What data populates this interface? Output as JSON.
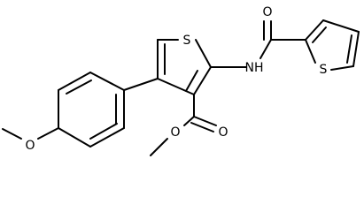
{
  "structure": {
    "atom_labels": {
      "thiophene_core_s": "S",
      "thiophene_side_s": "S",
      "amide_o": "O",
      "amide_nh": "NH",
      "ester_carbonyl_o": "O",
      "ester_o": "O",
      "methoxy_o": "O"
    }
  },
  "colors": {
    "bond": "#000000",
    "label": "#000000",
    "background": "#ffffff"
  }
}
